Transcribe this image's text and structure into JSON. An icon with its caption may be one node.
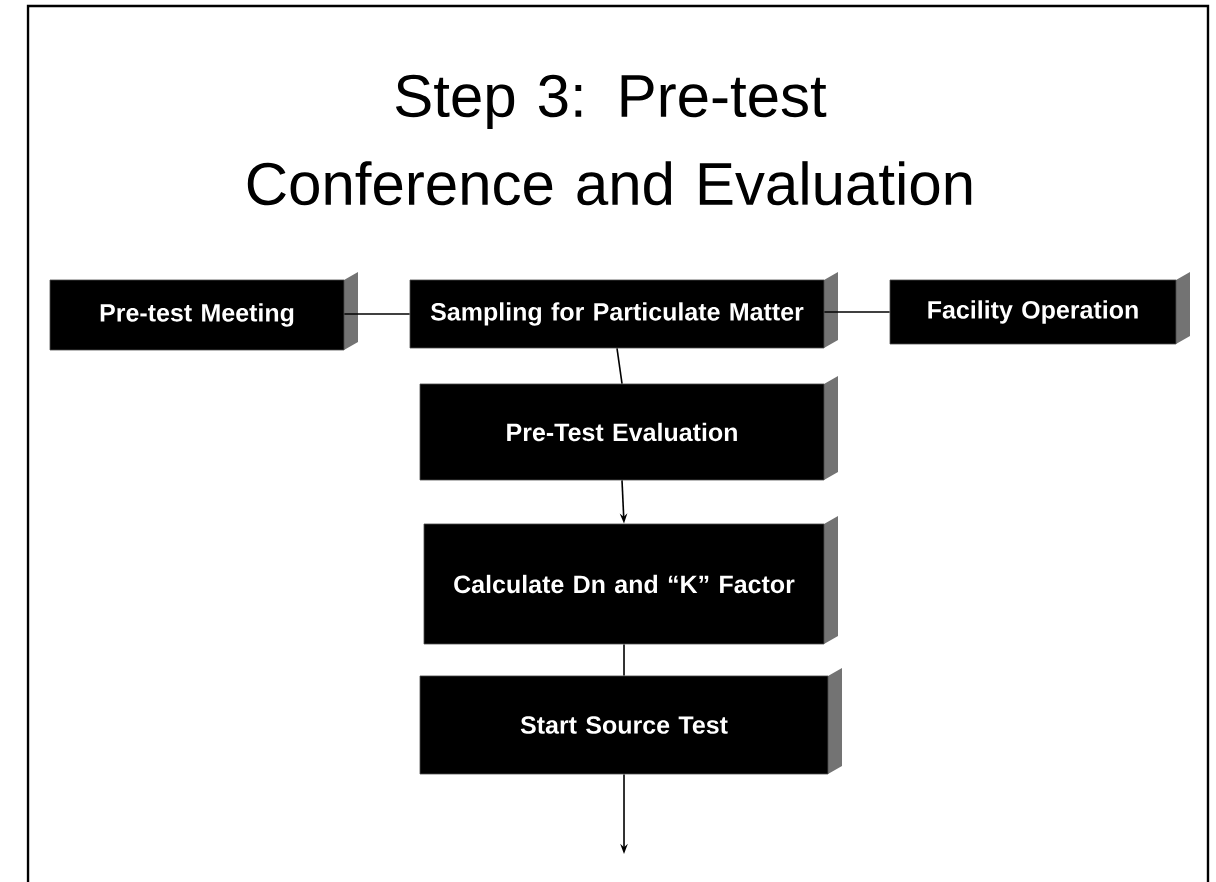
{
  "diagram": {
    "title": "Step 3:  Pre-test Conference and Evaluation",
    "nodes": [
      {
        "text": [
          "Pre-test Meeting"
        ]
      },
      {
        "text": [
          "Sampling for Particulate Matter"
        ]
      },
      {
        "text": [
          "Facility Operation"
        ]
      },
      {
        "text": [
          "Pre-Test Evaluation"
        ]
      },
      {
        "text": [
          "Calculate Dn and “K” Factor"
        ]
      },
      {
        "text": [
          "Start Source Test"
        ]
      }
    ],
    "edges": [
      {
        "from": 0,
        "to": 1,
        "arrow": "none"
      },
      {
        "from": 1,
        "to": 2,
        "arrow": "none"
      },
      {
        "from": 1,
        "to": 3,
        "arrow": "none"
      },
      {
        "from": 3,
        "to": 4,
        "arrow": "to"
      },
      {
        "from": 4,
        "to": 5,
        "arrow": "none"
      },
      {
        "from": 5,
        "to": null,
        "arrow": "to"
      }
    ]
  }
}
